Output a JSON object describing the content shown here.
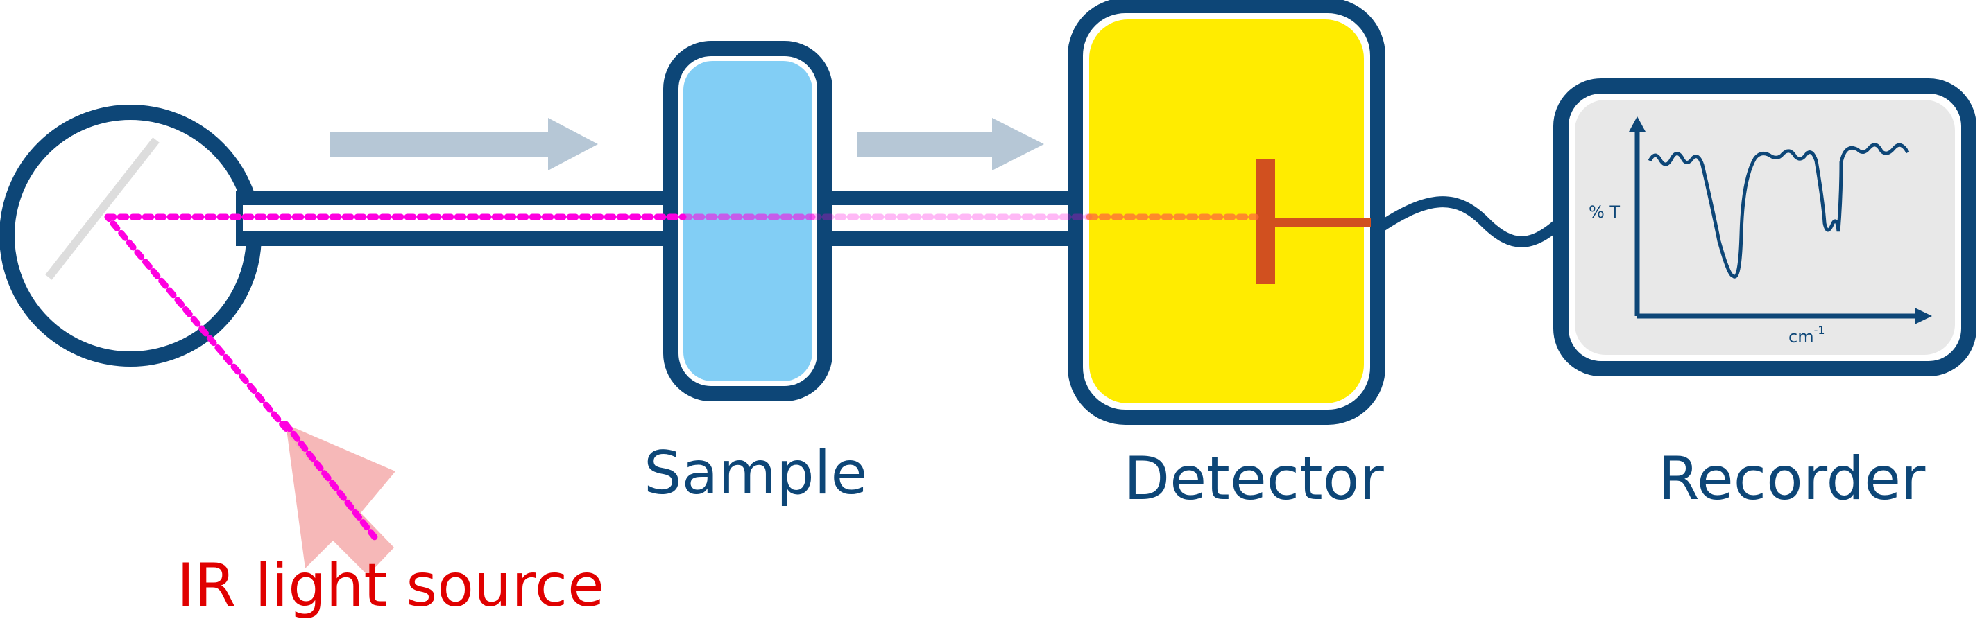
{
  "diagram": {
    "labels": {
      "source": "IR light source",
      "sample": "Sample",
      "detector": "Detector",
      "recorder": "Recorder"
    },
    "recorder_plot": {
      "y_axis_label": "% T",
      "x_axis_label_base": "cm",
      "x_axis_label_sup": "-1"
    },
    "colors": {
      "outline": "#0d4677",
      "beam": "#ff00e0",
      "arrow": "#b6c7d6",
      "sample_fill": "#82cef5",
      "detector_fill": "#ffec00",
      "detector_element": "#d1501f",
      "recorder_fill": "#e8e8e8",
      "source_arrow": "#f5b4b4",
      "source_label": "#e00000",
      "mirror": "#dddddd"
    },
    "icons": {
      "light_source": "ir-source-housing-icon",
      "mirror": "mirror-icon",
      "sample": "sample-cell-icon",
      "detector": "detector-icon",
      "recorder": "recorder-icon",
      "spectrum": "spectrum-trace-icon"
    }
  }
}
